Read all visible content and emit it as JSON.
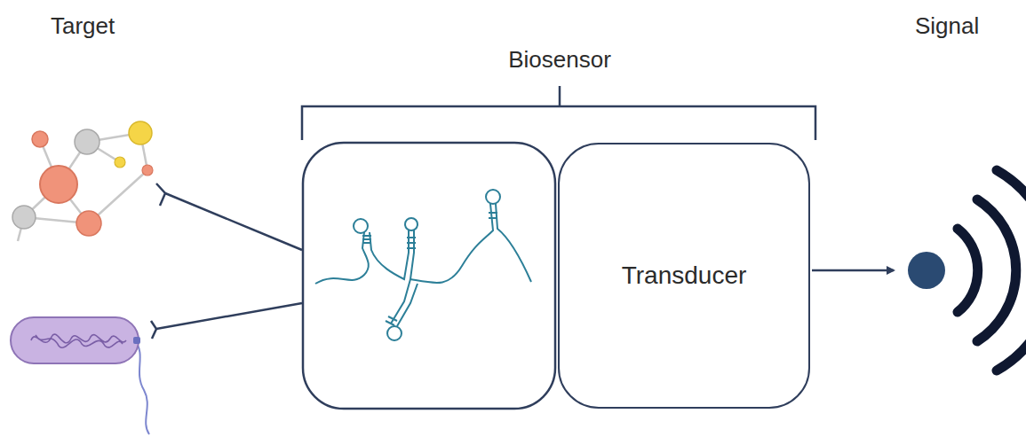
{
  "diagram": {
    "nodes": [
      {
        "text": [
          "Transducer"
        ]
      }
    ],
    "labels": [
      "Target",
      "Biosensor",
      "Signal"
    ]
  }
}
